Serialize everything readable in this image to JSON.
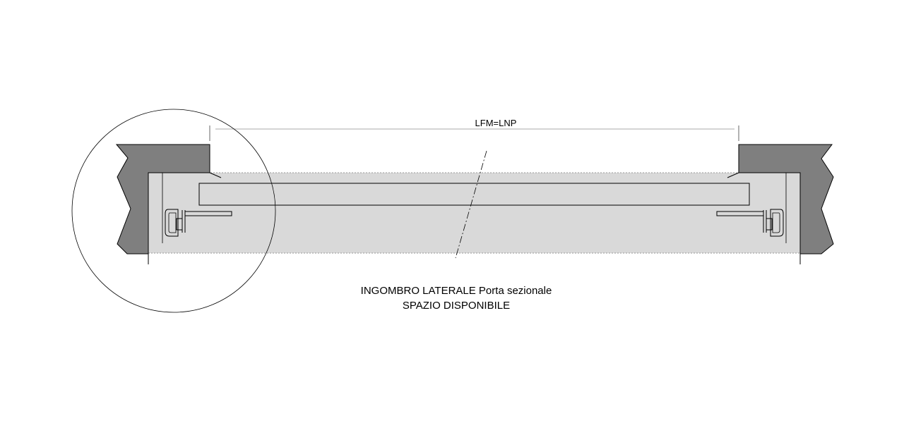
{
  "dimension": {
    "label": "LFM=LNP"
  },
  "caption": {
    "line1": "INGOMBRO LATERALE Porta sezionale",
    "line2": "SPAZIO DISPONIBILE"
  },
  "colors": {
    "wall": "#7f7f7f",
    "panel": "#d9d9d9",
    "line": "#000000"
  }
}
